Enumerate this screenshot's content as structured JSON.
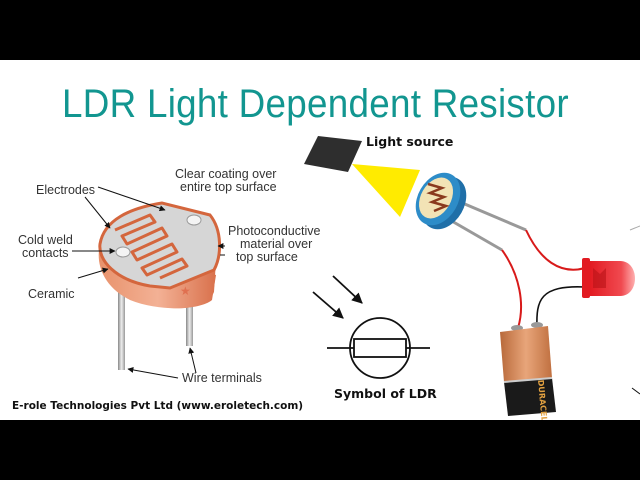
{
  "title": "LDR Light Dependent Resistor",
  "labels": {
    "clear_coating_line1": "Clear coating over",
    "clear_coating_line2": "entire top surface",
    "electrodes": "Electrodes",
    "cold_weld_line1": "Cold weld",
    "cold_weld_line2": "contacts",
    "photoconductive_line1": "Photoconductive",
    "photoconductive_line2": "material over",
    "photoconductive_line3": "top surface",
    "ceramic": "Ceramic",
    "wire_terminals": "Wire terminals",
    "light_source": "Light source",
    "symbol_caption": "Symbol of  LDR",
    "battery_brand": "DURACELL"
  },
  "footer": "E-role Technologies Pvt Ltd (www.eroletech.com)",
  "colors": {
    "title": "#129690",
    "ceramic": "#e0805a",
    "electrode": "#c9603e",
    "surface": "#d8d8d8",
    "light_beam": "#ffeb00",
    "ldr_body": "#2d8cc8",
    "led": "#e8232a",
    "wire_red": "#d81a1a",
    "battery_copper": "#c97a45"
  }
}
